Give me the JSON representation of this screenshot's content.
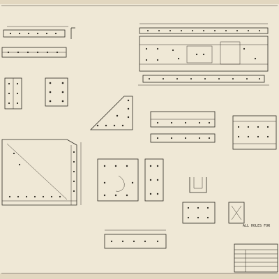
{
  "sheet": {
    "colors": {
      "paper": "#efe8d6",
      "ink": "#2b2720",
      "aging": "#d8ccb0"
    },
    "views": [
      {
        "id": "v1",
        "caption": ""
      },
      {
        "id": "v2",
        "caption": ""
      },
      {
        "id": "v3",
        "caption": ""
      },
      {
        "id": "v4",
        "caption": ""
      },
      {
        "id": "v5",
        "caption": ""
      },
      {
        "id": "v6",
        "caption": ""
      },
      {
        "id": "v7",
        "caption": ""
      },
      {
        "id": "v8",
        "caption": ""
      },
      {
        "id": "v9",
        "caption": ""
      },
      {
        "id": "v10",
        "caption": ""
      },
      {
        "id": "v11",
        "caption": ""
      },
      {
        "id": "v12",
        "caption": ""
      },
      {
        "id": "v13",
        "caption": ""
      }
    ],
    "general_note": "ALL HOLES FOR ",
    "title_block_text": ""
  }
}
